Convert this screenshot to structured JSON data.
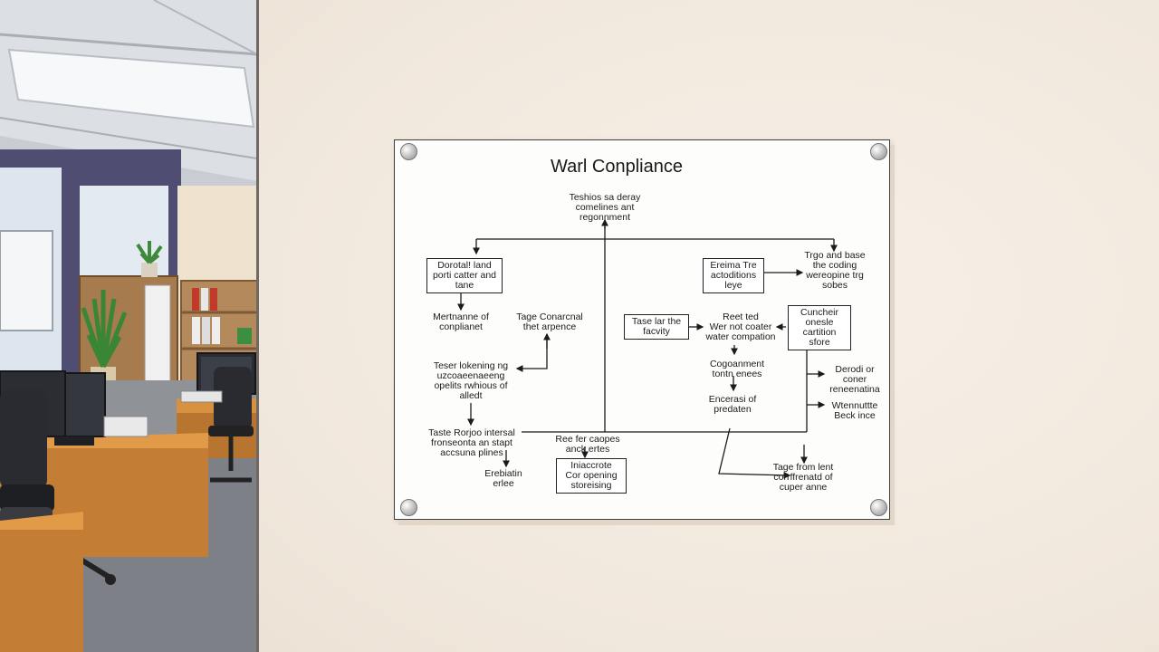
{
  "poster": {
    "title": "Warl Conpliance",
    "nodes": {
      "top": "Teshios sa deray\ncomelines ant\nregonnment",
      "left_box": "Dorotal! land\nporti catter and\ntane",
      "left_mid": "Mertnanne of\nconplianet",
      "left_right": "Tage Conarcnal\nthet arpence",
      "left_lower": "Teser lokening ng\nuzcoaeenaeeng\nopelits rwhious of\nalledt",
      "left_bottom": "Taste Rorjoo intersal\nfronseonta an stapt\naccsuna plines",
      "left_end": "Erebiatin\nerlee",
      "center_text": "Ree fer caopes\nanck ertes",
      "center_box": "Iniaccrote\nCor opening\nstoreising",
      "right_box1": "Ereima Tre\nactoditions\nleye",
      "right_top": "Trgo and base\nthe coding\nwereopine trg\nsobes",
      "right_left_box": "Tase lar the\nfacvity",
      "right_mid": "Reet ted\nWer not coater\nwater compation",
      "right_box2": "Cuncheir\nonesle\ncartition\nsfore",
      "right_comp": "Cogoanment\ntontn enees",
      "right_enc": "Encerasi of\npredaten",
      "right_d1": "Derodi or\nconer\nreneenatina",
      "right_d2": "Wtennuttte\nBeck ince",
      "right_bottom": "Tage from lent\ncorrffrenatd of\ncuper anne"
    }
  },
  "colors": {
    "wall": "#f3ebe2",
    "poster": "#fdfdfc",
    "ink": "#1b1b1b",
    "desk": "#d8913f"
  },
  "icons": [
    "pushpin-icon",
    "potted-plant-icon",
    "monitor-icon",
    "office-chair-icon",
    "binder-icon"
  ]
}
